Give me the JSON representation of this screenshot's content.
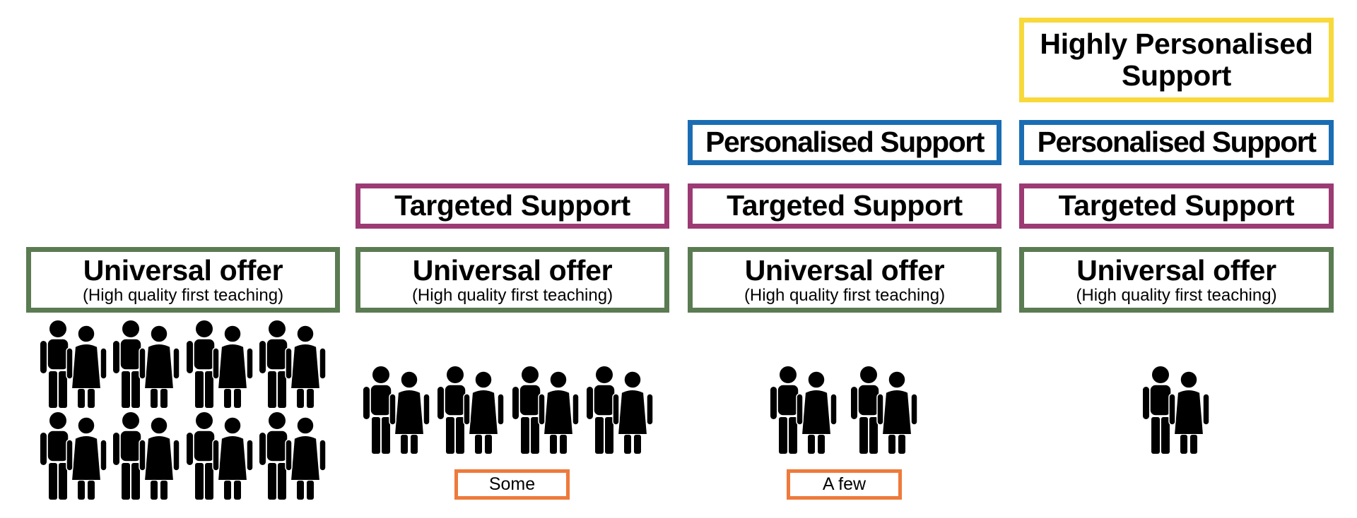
{
  "tiers": {
    "universal_title": "Universal offer",
    "universal_subtitle": "(High quality first teaching)",
    "targeted": "Targeted Support",
    "personalised": "Personalised Support",
    "highly_personalised": "Highly Personalised Support"
  },
  "columns": [
    {
      "group_count": 8,
      "label": null
    },
    {
      "group_count": 4,
      "label": "Some"
    },
    {
      "group_count": 2,
      "label": "A few"
    },
    {
      "group_count": 1,
      "label": null
    }
  ],
  "colors": {
    "universal": "#5b7b52",
    "targeted": "#9c3a74",
    "personalised": "#1a6db3",
    "highly_personalised": "#f8d93c",
    "label": "#ee7a3c"
  }
}
